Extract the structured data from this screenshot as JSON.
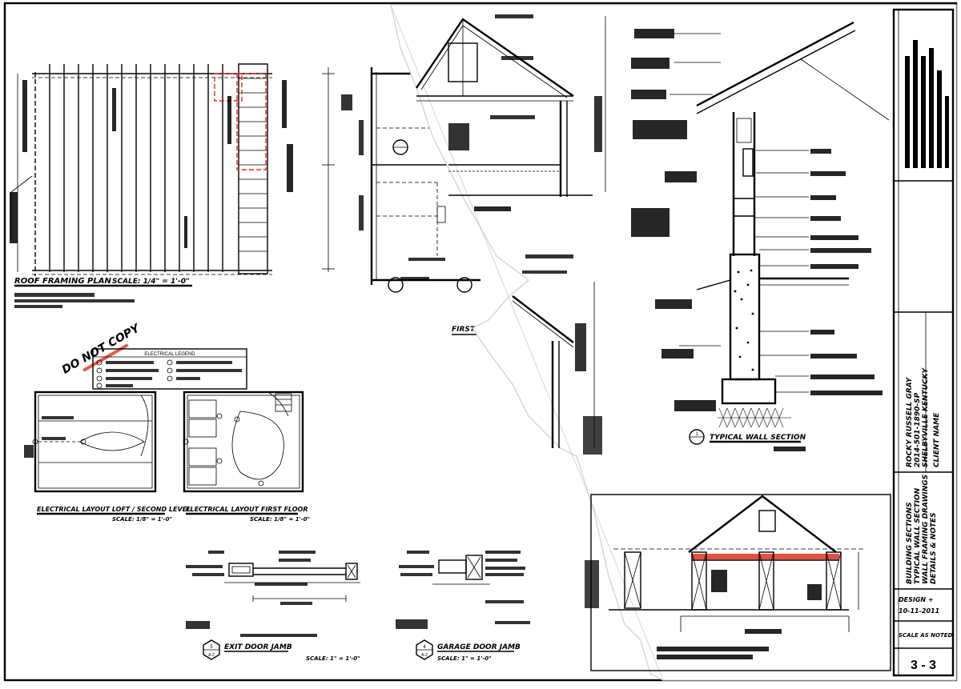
{
  "colors": {
    "ink": "#000000",
    "redline": "#e0301e",
    "paper": "#ffffff",
    "hatch": "#444444"
  },
  "roof_framing_plan": {
    "title": "ROOF FRAMING PLAN",
    "scale": "SCALE: 1/4\" = 1'-0\""
  },
  "stamp": {
    "text": "DO NOT COPY"
  },
  "electrical_legend": {
    "title": "ELECTRICAL LEGEND"
  },
  "electrical_loft": {
    "title": "ELECTRICAL LAYOUT LOFT / SECOND LEVEL",
    "scale": "SCALE: 1/8\" = 1'-0\""
  },
  "electrical_first": {
    "title": "ELECTRICAL LAYOUT FIRST FLOOR",
    "scale": "SCALE: 1/8\" = 1'-0\""
  },
  "first_floor": {
    "title": "FIRST FLOOR P..."
  },
  "exit_door_jamb": {
    "title": "EXIT DOOR JAMB",
    "scale": "SCALE: 1\" = 1'-0\"",
    "detail_no": "5",
    "sheet_ref": "A-2"
  },
  "garage_door_jamb": {
    "title": "GARAGE DOOR JAMB",
    "scale": "SCALE: 1\" = 1'-0\"",
    "detail_no": "4",
    "sheet_ref": "A-2"
  },
  "typical_wall_section": {
    "title": "TYPICAL WALL SECTION",
    "detail_no": "1"
  },
  "title_block": {
    "project_lines": [
      "ROCKY RUSSELL GRAY",
      "2014-501-1890-SP",
      "SHELBYVILLE KENTUCKY"
    ],
    "drawn_by": "CLIENT NAME",
    "sheet_title_lines": [
      "BUILDING SECTIONS",
      "TYPICAL WALL SECTION",
      "WALL FRAMING DRAWINGS",
      "DETAILS & NOTES"
    ],
    "design": "DESIGN +",
    "date": "10-11-2011",
    "scale_note": "SCALE AS NOTED",
    "sheet_number": "3 - 3"
  }
}
